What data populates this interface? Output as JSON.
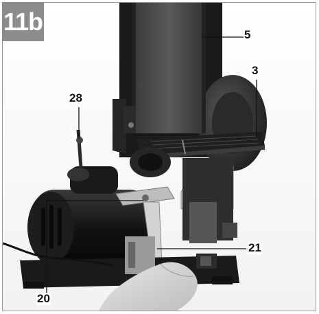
{
  "figure": {
    "label": "11b",
    "callouts": [
      {
        "id": "5",
        "text": "5"
      },
      {
        "id": "3",
        "text": "3"
      },
      {
        "id": "28",
        "text": "28"
      },
      {
        "id": "21",
        "text": "21"
      },
      {
        "id": "20",
        "text": "20"
      }
    ]
  },
  "colors": {
    "tab_bg": "#8c8c8c",
    "tab_text": "#ffffff",
    "frame_border": "#9a9a9a",
    "machine_dark": "#1c1c1c",
    "belt_grey": "#4a4a4a",
    "metal_light": "#d9d9d9"
  }
}
